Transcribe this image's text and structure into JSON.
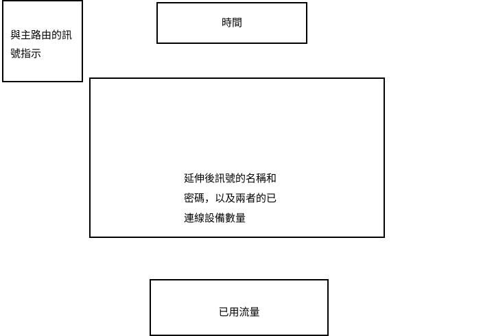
{
  "diagram": {
    "signal_box": {
      "lines": [
        "與主路由的訊",
        "號指示"
      ]
    },
    "time_box": {
      "label": "時間"
    },
    "extender_box": {
      "lines": [
        "延伸後訊號的名稱和",
        "密碼，以及兩者的已",
        "連線設備數量"
      ]
    },
    "traffic_box": {
      "label": "已用流量"
    }
  }
}
